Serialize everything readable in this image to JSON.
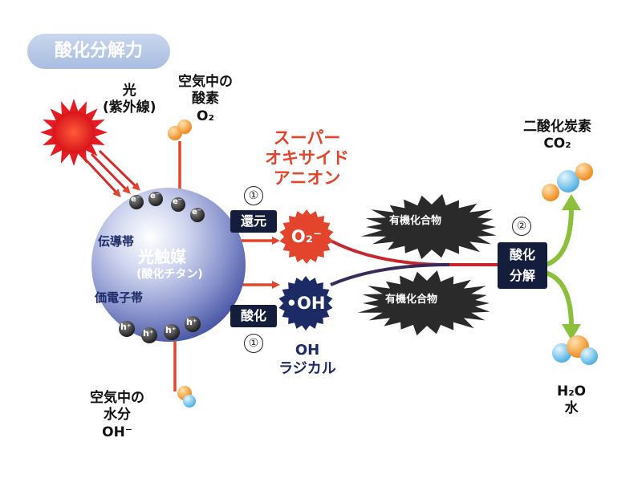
{
  "title": "酸化分解力",
  "light": {
    "line1": "光",
    "line2": "(紫外線)"
  },
  "oxygen": {
    "line1": "空気中の",
    "line2": "酸素",
    "line3": "O₂"
  },
  "catalyst": {
    "conduction_band": "伝導帯",
    "name": "光触媒",
    "subname": "(酸化チタン)",
    "valence_band": "価電子帯",
    "electron": "e⁻",
    "hole": "h⁺"
  },
  "superoxide": {
    "line1": "スーパー",
    "line2": "オキサイド",
    "line3": "アニオン",
    "symbol": "O₂⁻"
  },
  "hydroxyl": {
    "symbol": "•OH",
    "line1": "OH",
    "line2": "ラジカル"
  },
  "steps": {
    "reduction_num": "①",
    "reduction": "還元",
    "oxidation_num": "①",
    "oxidation": "酸化",
    "decompose_num": "②",
    "decompose_line1": "酸化",
    "decompose_line2": "分解"
  },
  "organic": {
    "top": "有機化合物",
    "bottom": "有機化合物"
  },
  "water_in": {
    "line1": "空気中の",
    "line2": "水分",
    "line3": "OH⁻"
  },
  "co2": {
    "line1": "二酸化炭素",
    "line2": "CO₂"
  },
  "h2o": {
    "line1": "H₂O",
    "line2": "水"
  },
  "colors": {
    "red": "#e2452c",
    "navy": "#1c2a66",
    "green": "#8cbf3a",
    "orange": "#f39a2c",
    "blue": "#5fb8e8",
    "dark_box": "#151d3d"
  }
}
